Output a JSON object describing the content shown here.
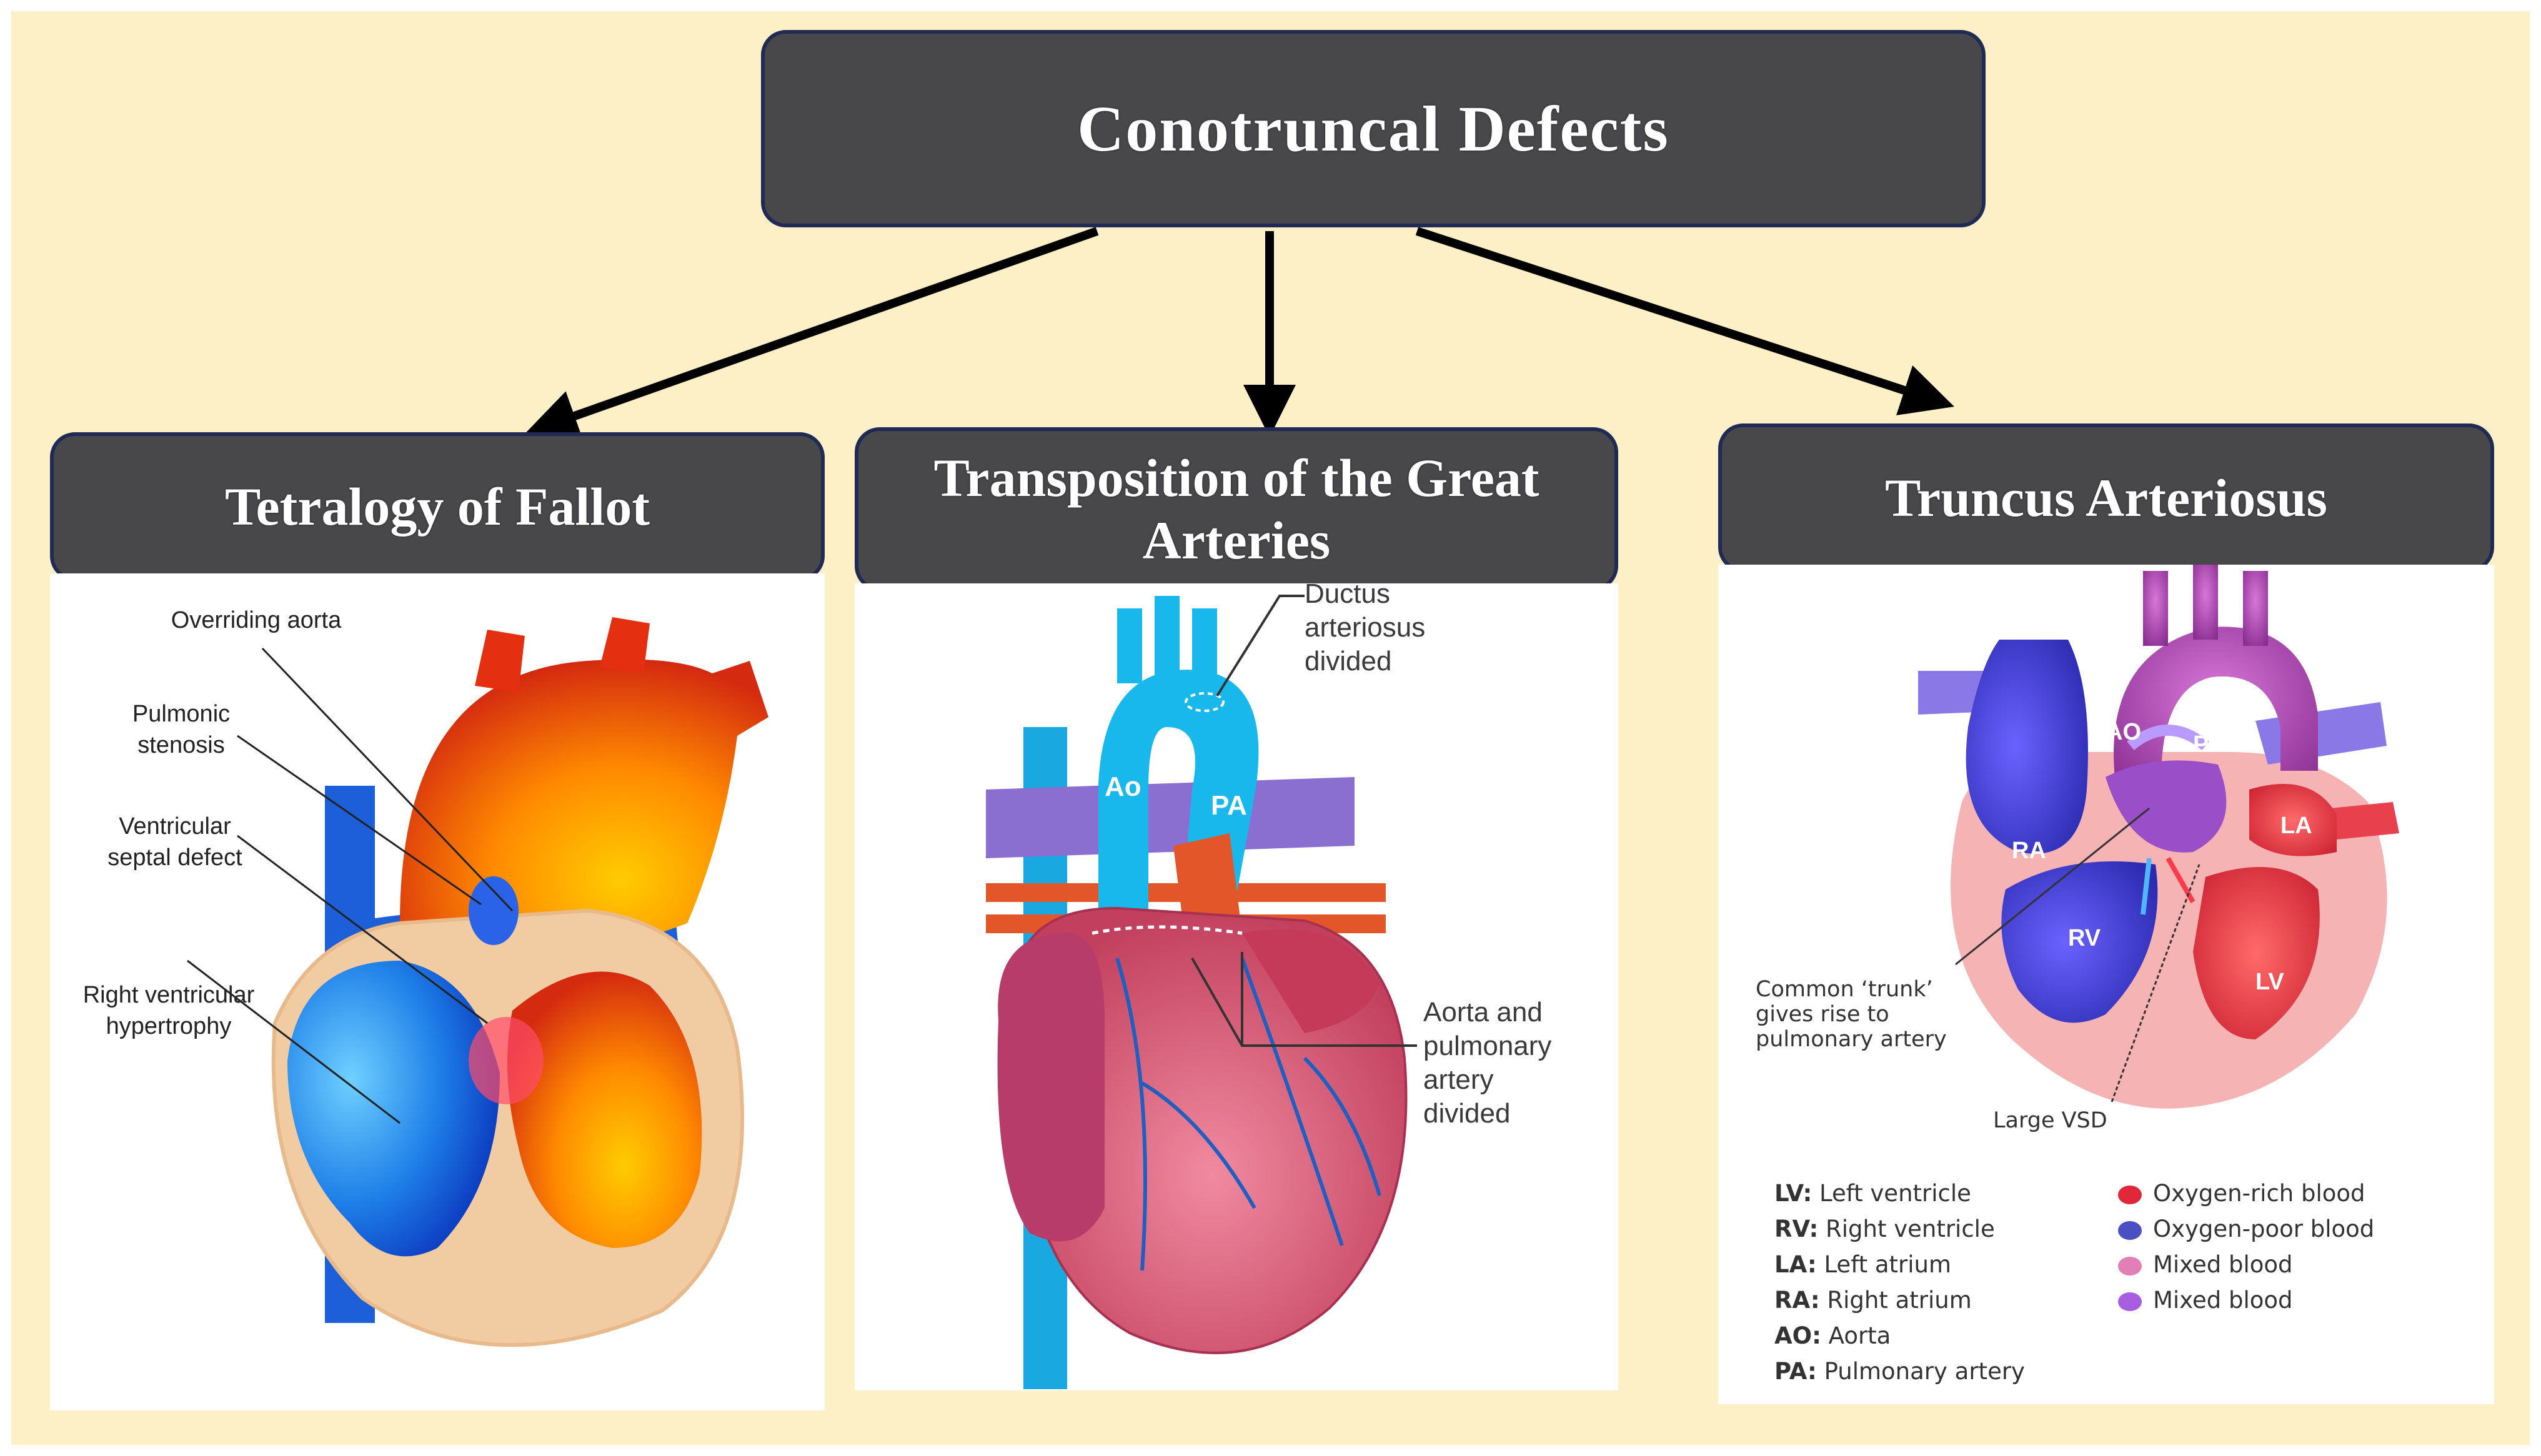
{
  "root": {
    "title": "Conotruncal Defects"
  },
  "columns": [
    {
      "title": "Tetralogy of Fallot",
      "labels": {
        "overriding_aorta": "Overriding aorta",
        "pulmonic_stenosis": "Pulmonic\nstenosis",
        "vsd": "Ventricular\nseptal defect",
        "rvh": "Right ventricular\nhypertrophy"
      }
    },
    {
      "title": "Transposition of the Great Arteries",
      "labels": {
        "ductus": "Ductus\narteriosus\ndivided",
        "aorta_pa": "Aorta and\npulmonary\nartery\ndivided",
        "ao": "Ao",
        "pa": "PA"
      }
    },
    {
      "title": "Truncus Arteriosus",
      "labels": {
        "ao": "AO",
        "pa": "PA",
        "ra": "RA",
        "la": "LA",
        "rv": "RV",
        "lv": "LV",
        "trunk": "Common ‘trunk’\ngives rise to\npulmonary artery",
        "vsd": "Large VSD"
      },
      "abbreviations": [
        {
          "abbr": "LV:",
          "text": "Left ventricle"
        },
        {
          "abbr": "RV:",
          "text": "Right ventricle"
        },
        {
          "abbr": "LA:",
          "text": "Left atrium"
        },
        {
          "abbr": "RA:",
          "text": "Right atrium"
        },
        {
          "abbr": "AO:",
          "text": "Aorta"
        },
        {
          "abbr": "PA:",
          "text": "Pulmonary artery"
        }
      ],
      "blood_legend": [
        {
          "text": "Oxygen-rich blood",
          "color": "#e0283a"
        },
        {
          "text": "Oxygen-poor blood",
          "color": "#4a4fc2"
        },
        {
          "text": "Mixed blood",
          "color": "#e27fb7"
        },
        {
          "text": "Mixed blood",
          "color": "#a75ee0"
        }
      ]
    }
  ],
  "colors": {
    "background": "#fdf0c6",
    "box_fill": "#48484a",
    "box_border": "#1f2a55",
    "oxygen_rich": "#e0283a",
    "oxygen_poor": "#1e5fd6"
  }
}
